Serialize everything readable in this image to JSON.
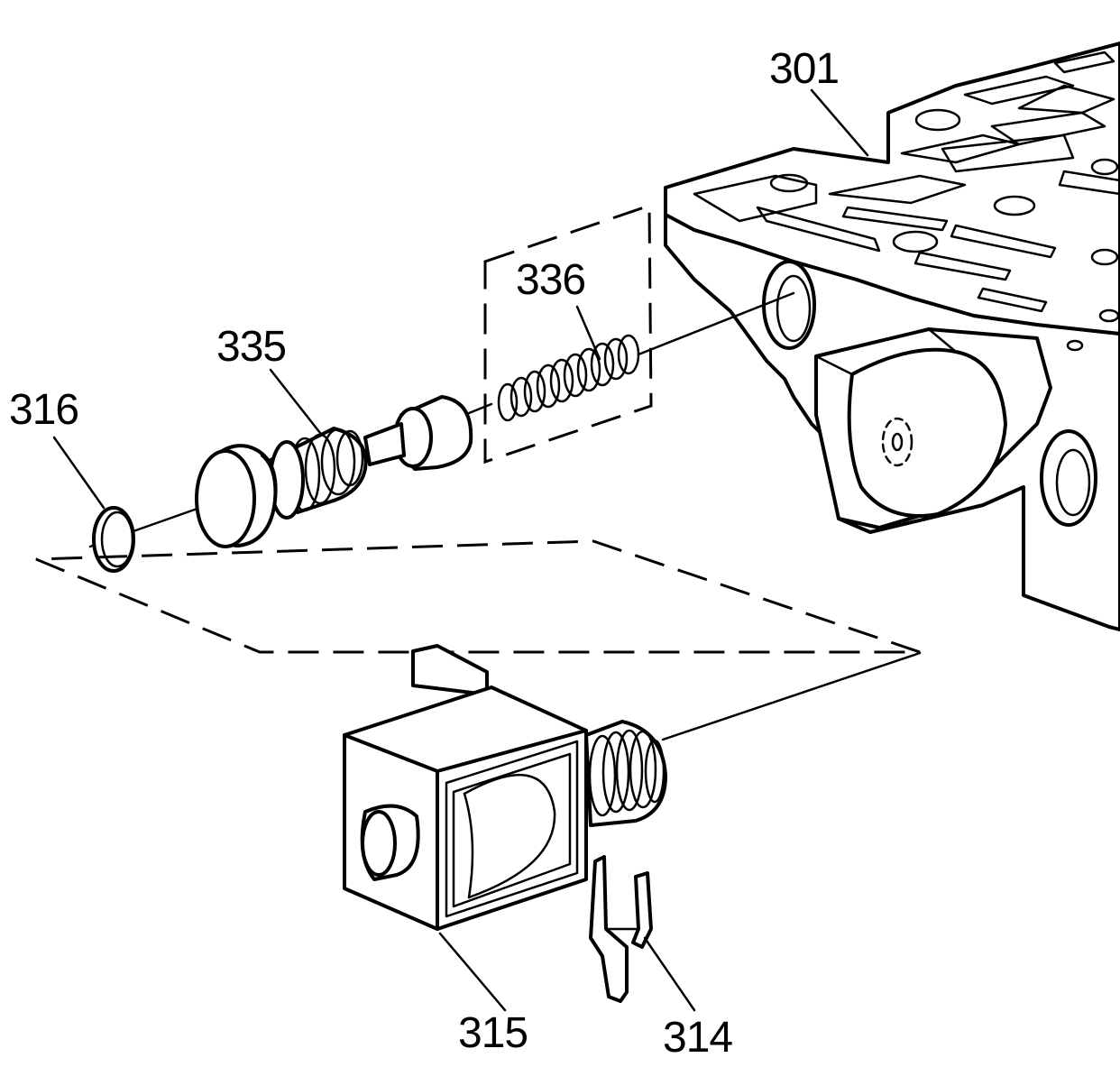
{
  "labels": {
    "l301": "301",
    "l336": "336",
    "l335": "335",
    "l316": "316",
    "l315": "315",
    "l314": "314"
  },
  "colors": {
    "line": "#000000",
    "background": "#ffffff"
  }
}
